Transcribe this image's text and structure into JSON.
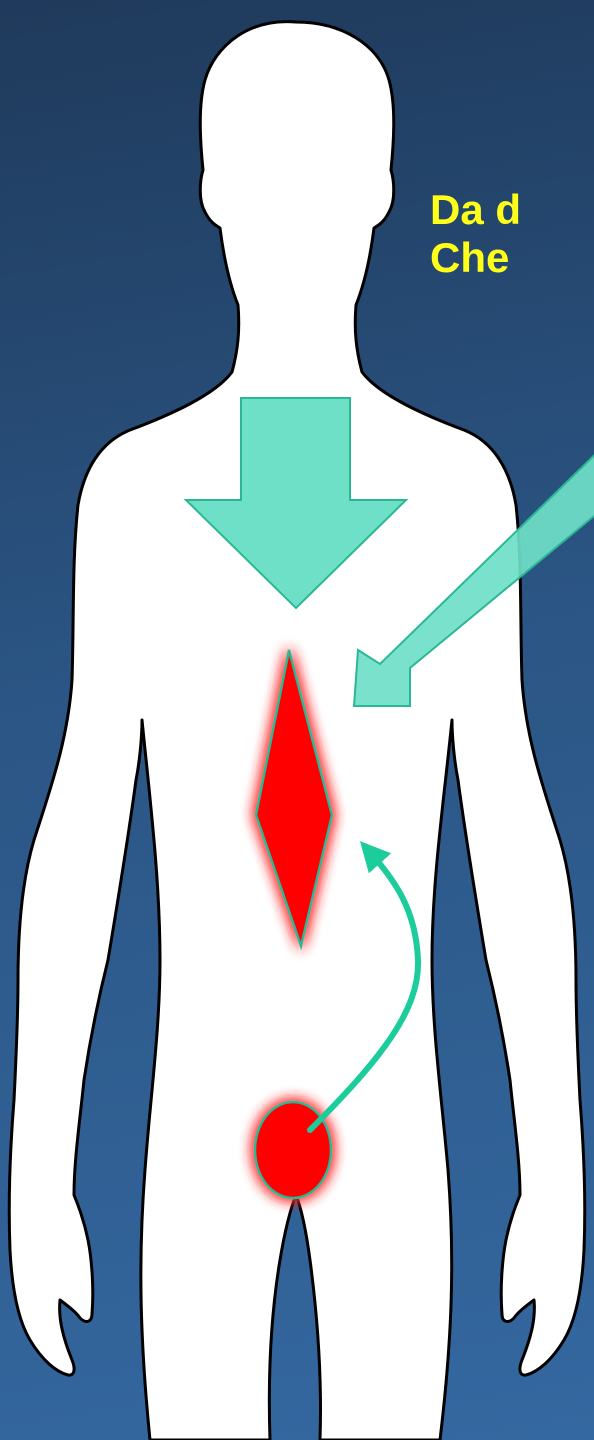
{
  "captions": {
    "line_1": "Da d",
    "line_2": "Che"
  },
  "colors": {
    "background_top": "#1f3a5b",
    "background_bottom": "#3468a0",
    "silhouette_fill": "#ffffff",
    "silhouette_outline": "#000000",
    "arrow_fill": "#6fe0c8",
    "arrow_stroke": "#2ab894",
    "organ_fill": "#ff0000",
    "organ_glow": "#ff4040",
    "curved_arrow": "#1ccc9b",
    "caption_text": "#ffff1a"
  },
  "icons": {
    "human_silhouette": "human-body-silhouette",
    "down_arrow": "down-arrow-icon",
    "diagonal_arrow": "diagonal-arrow-icon",
    "diamond_organ": "diamond-organ-shape",
    "round_organ": "round-organ-shape",
    "curved_arrow": "curved-arrow-icon"
  }
}
